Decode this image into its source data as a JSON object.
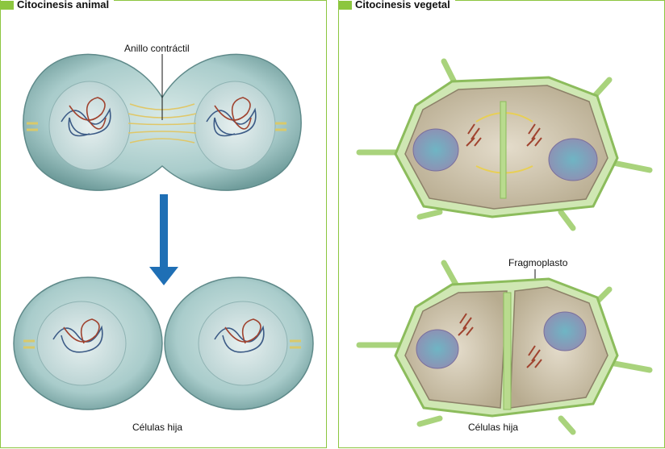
{
  "panels": {
    "animal": {
      "title": "Citocinesis animal",
      "label_top": "Anillo contráctil",
      "caption": "Células hija"
    },
    "plant": {
      "title": "Citocinesis vegetal",
      "label_middle": "Fragmoplasto",
      "caption": "Células hija"
    }
  },
  "colors": {
    "accent": "#8cc63f",
    "arrow": "#1f6fb5",
    "cell_animal": "#9fc7c6",
    "cell_plant_wall": "#a9d37c",
    "nucleus": "#5aa7b5",
    "chromosome": "#a0432f"
  }
}
